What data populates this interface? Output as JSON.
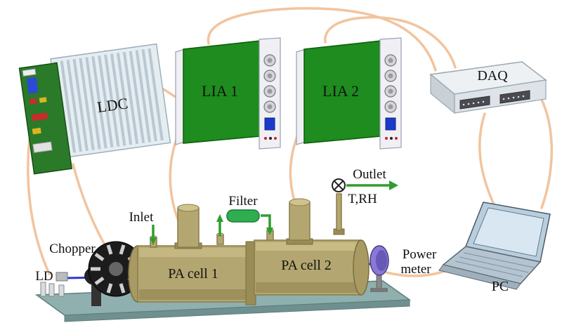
{
  "figure": {
    "type": "photoacoustic-experimental-setup-diagram",
    "labels": {
      "ldc": "LDC",
      "lia1": "LIA 1",
      "lia2": "LIA 2",
      "daq": "DAQ",
      "pc": "PC",
      "ld": "LD",
      "chopper": "Chopper",
      "pa_cell_1": "PA cell 1",
      "pa_cell_2": "PA cell 2",
      "inlet": "Inlet",
      "filter": "Filter",
      "outlet": "Outlet",
      "t_rh": "T,RH",
      "power_meter": {
        "line1": "Power",
        "line2": "meter"
      }
    },
    "colors": {
      "wire": "#f2c49e",
      "pcb-green": "#1e8c1e",
      "cell-tan": "#b3a670",
      "cell-tan-dark": "#9a8c55",
      "platform": "#8fb0ae",
      "arrow-green": "#2f9e2f",
      "filter-green": "#2fae4f",
      "laser-blue": "#2a3acc",
      "power-meter-purple": "#8a78d8",
      "panel-white": "#f0f0f4",
      "heatsink": "#e6edf1",
      "daq-body": "#eef1f4",
      "chopper-black": "#1c1c1c",
      "laptop-screen": "#d9e7f2"
    }
  }
}
